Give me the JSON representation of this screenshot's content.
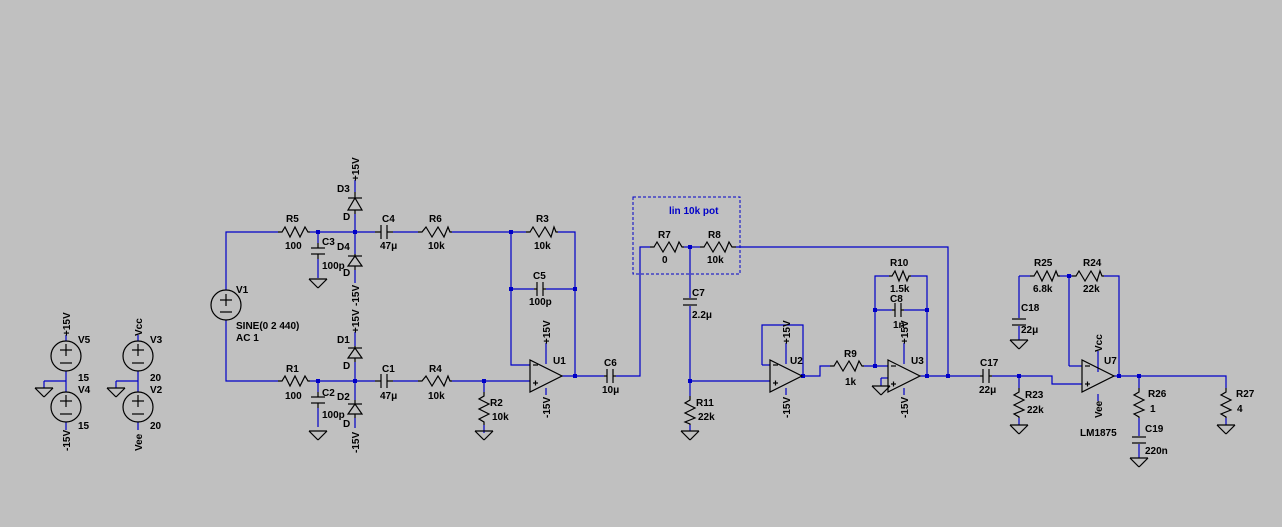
{
  "labels": {
    "V1": {
      "name": "V1",
      "value": "SINE(0 2 440)",
      "value2": "AC 1"
    },
    "V2": {
      "name": "V2",
      "value": "20"
    },
    "V3": {
      "name": "V3",
      "value": "20"
    },
    "V4": {
      "name": "V4",
      "value": "15"
    },
    "V5": {
      "name": "V5",
      "value": "15"
    },
    "R1": {
      "name": "R1",
      "value": "100"
    },
    "R2": {
      "name": "R2",
      "value": "10k"
    },
    "R3": {
      "name": "R3",
      "value": "10k"
    },
    "R4": {
      "name": "R4",
      "value": "10k"
    },
    "R5": {
      "name": "R5",
      "value": "100"
    },
    "R6": {
      "name": "R6",
      "value": "10k"
    },
    "R7": {
      "name": "R7",
      "value": "0"
    },
    "R8": {
      "name": "R8",
      "value": "10k"
    },
    "R9": {
      "name": "R9",
      "value": "1k"
    },
    "R10": {
      "name": "R10",
      "value": "1.5k"
    },
    "R11": {
      "name": "R11",
      "value": "22k"
    },
    "R23": {
      "name": "R23",
      "value": "22k"
    },
    "R24": {
      "name": "R24",
      "value": "22k"
    },
    "R25": {
      "name": "R25",
      "value": "6.8k"
    },
    "R26": {
      "name": "R26",
      "value": "1"
    },
    "R27": {
      "name": "R27",
      "value": "4"
    },
    "C1": {
      "name": "C1",
      "value": "47μ"
    },
    "C2": {
      "name": "C2",
      "value": "100p"
    },
    "C3": {
      "name": "C3",
      "value": "100p"
    },
    "C4": {
      "name": "C4",
      "value": "47μ"
    },
    "C5": {
      "name": "C5",
      "value": "100p"
    },
    "C6": {
      "name": "C6",
      "value": "10μ"
    },
    "C7": {
      "name": "C7",
      "value": "2.2μ"
    },
    "C8": {
      "name": "C8",
      "value": "1n"
    },
    "C17": {
      "name": "C17",
      "value": "22μ"
    },
    "C18": {
      "name": "C18",
      "value": "22μ"
    },
    "C19": {
      "name": "C19",
      "value": "220n"
    },
    "D1": {
      "name": "D1",
      "value": "D"
    },
    "D2": {
      "name": "D2",
      "value": "D"
    },
    "D3": {
      "name": "D3",
      "value": "D"
    },
    "D4": {
      "name": "D4",
      "value": "D"
    },
    "U1": {
      "name": "U1"
    },
    "U2": {
      "name": "U2"
    },
    "U3": {
      "name": "U3"
    },
    "U7": {
      "name": "U7",
      "part": "LM1875"
    }
  },
  "nets": {
    "p15": "+15V",
    "n15": "-15V",
    "vcc": "Vcc",
    "vee": "Vee"
  },
  "annotations": {
    "pot_box": "lin 10k pot"
  },
  "colors": {
    "background": "#c0c0c0",
    "wire": "#0000c8",
    "component": "#000000",
    "annotation": "#0000c8"
  }
}
